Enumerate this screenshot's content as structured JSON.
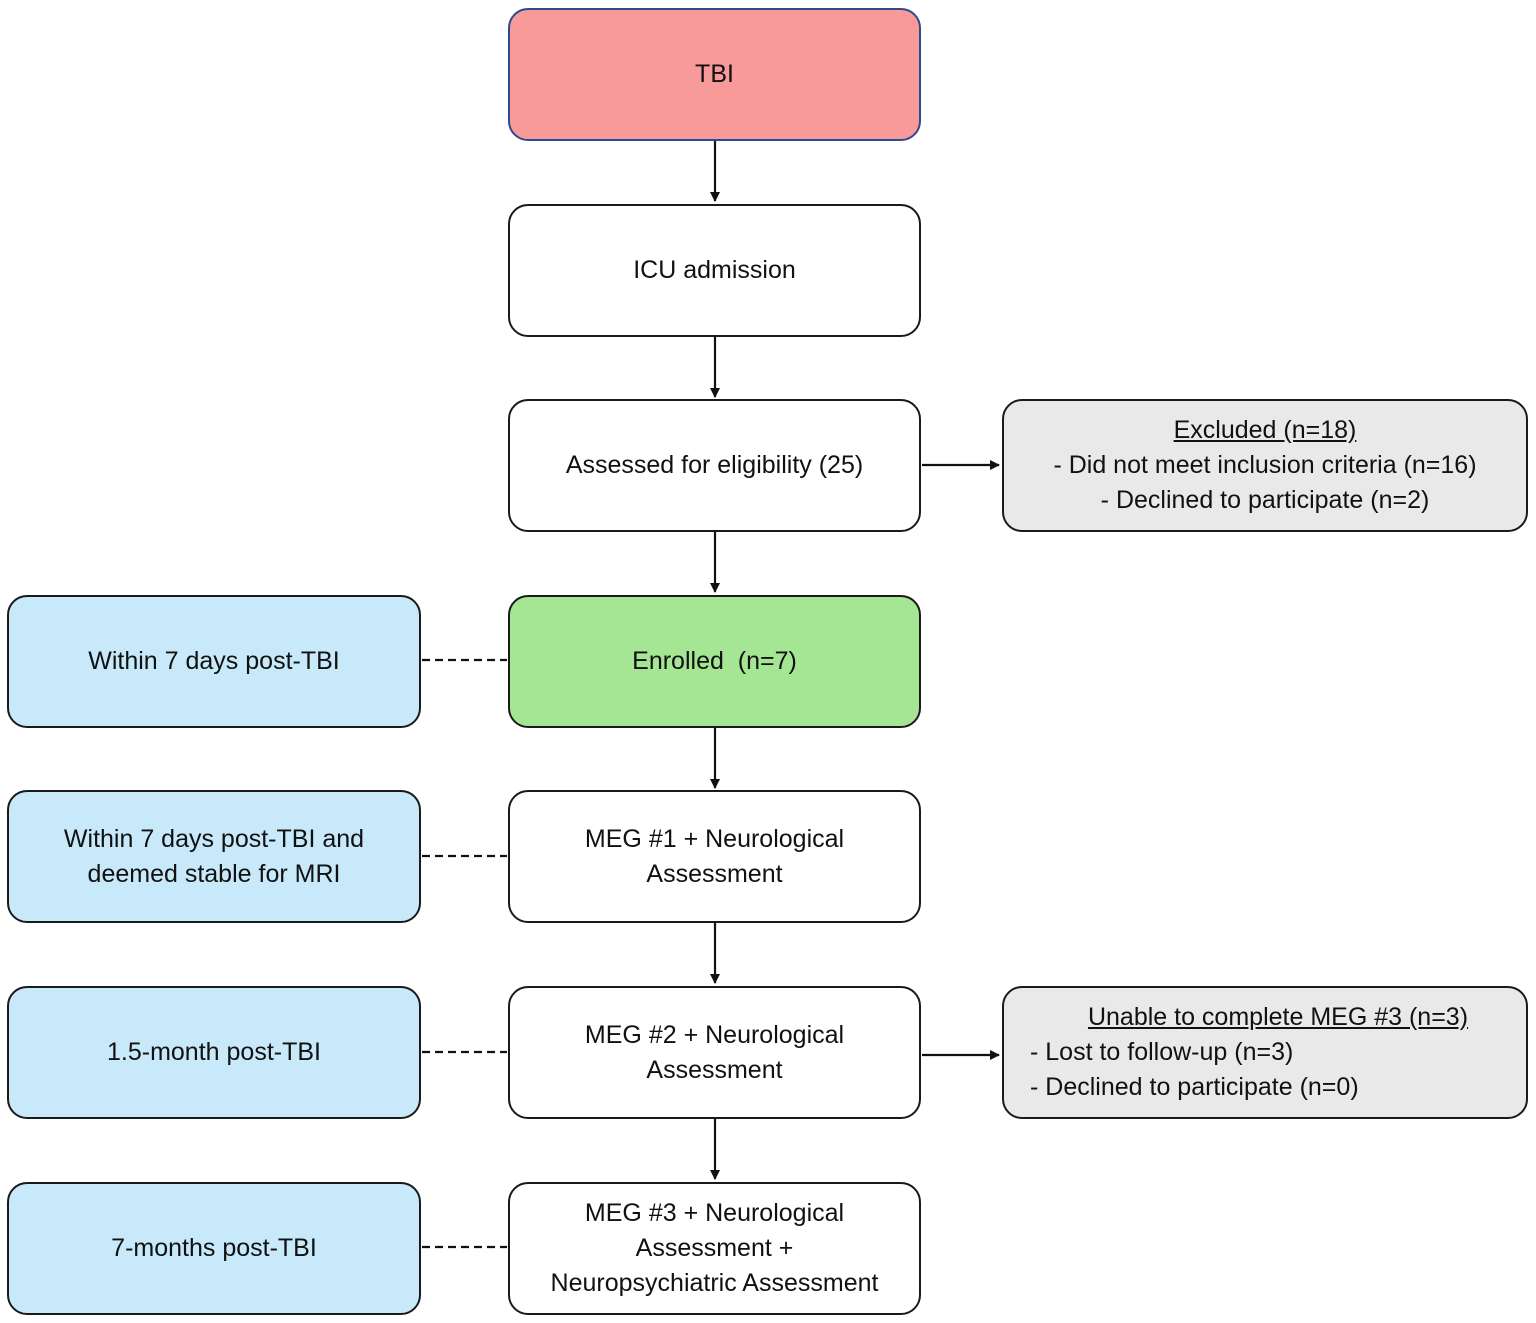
{
  "flow": {
    "tbi": "TBI",
    "icu": "ICU admission",
    "assessed": "Assessed for eligibility (25)",
    "enrolled": "Enrolled  (n=7)",
    "meg1": [
      "MEG #1 + Neurological",
      "Assessment"
    ],
    "meg2": [
      "MEG #2 + Neurological",
      "Assessment"
    ],
    "meg3": [
      "MEG #3 + Neurological",
      "Assessment +",
      "Neuropsychiatric Assessment"
    ]
  },
  "timepoints": {
    "t1": "Within 7 days post-TBI",
    "t2": [
      "Within 7 days post-TBI and",
      "deemed stable for MRI"
    ],
    "t3": "1.5-month post-TBI",
    "t4": "7-months post-TBI"
  },
  "excluded": {
    "header": "Excluded (n=18)",
    "items": [
      "- Did not meet inclusion criteria (n=16)",
      "- Declined to participate (n=2)"
    ]
  },
  "unable": {
    "header": "Unable to complete MEG #3 (n=3)",
    "items": [
      "- Lost to follow-up (n=3)",
      "- Declined to participate (n=0)"
    ]
  },
  "colors": {
    "tbi_fill": "#f99a9a",
    "tbi_border": "#2f4a8a",
    "enrolled_fill": "#a4e693",
    "timepoint_fill": "#c7e9fa",
    "exclusion_fill": "#e9e9e9"
  }
}
